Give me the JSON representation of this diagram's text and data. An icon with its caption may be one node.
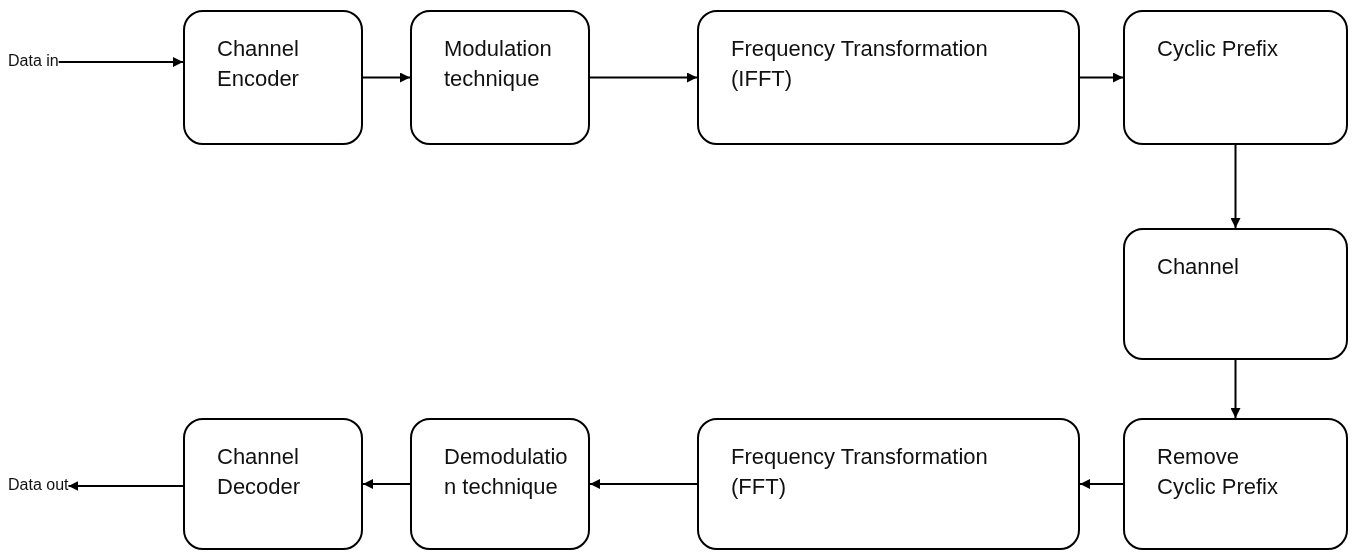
{
  "diagram": {
    "nodes": [
      {
        "text": [
          "Data in"
        ]
      },
      {
        "text": [
          "Channel Encoder"
        ]
      },
      {
        "text": [
          "Modulation technique"
        ]
      },
      {
        "text": [
          "Frequency Transformation (IFFT)"
        ]
      },
      {
        "text": [
          "Cyclic Prefix"
        ]
      },
      {
        "text": [
          "Channel"
        ]
      },
      {
        "text": [
          "Remove Cyclic Prefix"
        ]
      },
      {
        "text": [
          "Frequency Transformation (FFT)"
        ]
      },
      {
        "text": [
          "Demodulatio n technique"
        ]
      },
      {
        "text": [
          "Channel Decoder"
        ]
      },
      {
        "text": [
          "Data out"
        ]
      }
    ],
    "edges": [
      {
        "from": 0,
        "to": 1,
        "arrow": "to"
      },
      {
        "from": 1,
        "to": 2,
        "arrow": "to"
      },
      {
        "from": 2,
        "to": 3,
        "arrow": "to"
      },
      {
        "from": 3,
        "to": 4,
        "arrow": "to"
      },
      {
        "from": 4,
        "to": 5,
        "arrow": "to"
      },
      {
        "from": 5,
        "to": 6,
        "arrow": "to"
      },
      {
        "from": 6,
        "to": 7,
        "arrow": "to"
      },
      {
        "from": 7,
        "to": 8,
        "arrow": "to"
      },
      {
        "from": 8,
        "to": 9,
        "arrow": "to"
      },
      {
        "from": 9,
        "to": 10,
        "arrow": "to"
      }
    ]
  }
}
